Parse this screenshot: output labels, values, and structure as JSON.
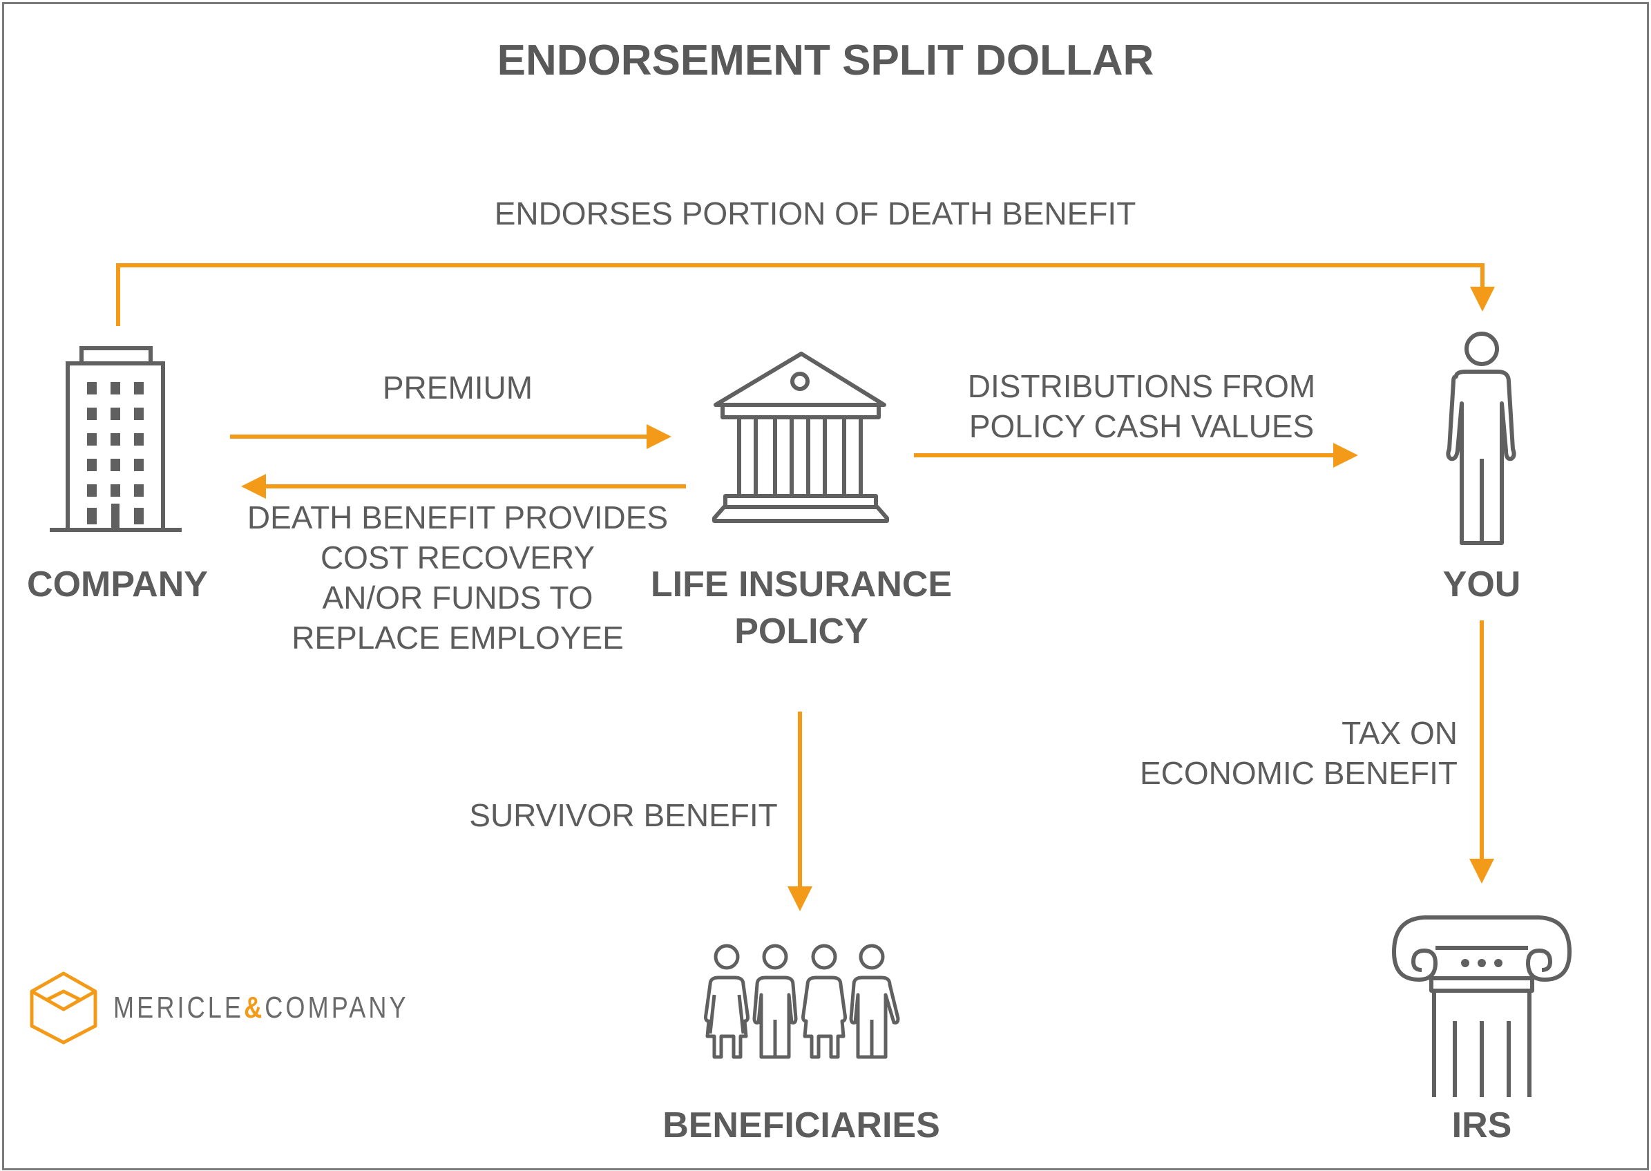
{
  "title": "ENDORSEMENT SPLIT DOLLAR",
  "colors": {
    "accent": "#F39B19",
    "icon": "#606060",
    "text": "#5C5C5C",
    "border": "#7A7A7A"
  },
  "nodes": {
    "company": {
      "label": "COMPANY",
      "icon": "office-building-icon"
    },
    "policy": {
      "label_lines": [
        "LIFE INSURANCE",
        "POLICY"
      ],
      "icon": "bank-building-icon"
    },
    "you": {
      "label": "YOU",
      "icon": "person-icon"
    },
    "beneficiaries": {
      "label": "BENEFICIARIES",
      "icon": "family-group-icon"
    },
    "irs": {
      "label": "IRS",
      "icon": "ionic-column-icon"
    }
  },
  "edges": {
    "endorses": {
      "label": "ENDORSES PORTION OF DEATH BENEFIT",
      "from": "company",
      "to": "you"
    },
    "premium": {
      "label": "PREMIUM",
      "from": "company",
      "to": "policy"
    },
    "death_benefit": {
      "label_lines": [
        "DEATH BENEFIT PROVIDES",
        "COST RECOVERY",
        "AN/OR FUNDS TO",
        "REPLACE EMPLOYEE"
      ],
      "from": "policy",
      "to": "company"
    },
    "distributions": {
      "label_lines": [
        "DISTRIBUTIONS FROM",
        "POLICY CASH VALUES"
      ],
      "from": "policy",
      "to": "you"
    },
    "survivor": {
      "label": "SURVIVOR BENEFIT",
      "from": "policy",
      "to": "beneficiaries"
    },
    "tax": {
      "label_lines": [
        "TAX ON",
        "ECONOMIC BENEFIT"
      ],
      "from": "you",
      "to": "irs"
    }
  },
  "brand": {
    "name_left": "MERICLE",
    "ampersand": "&",
    "name_right": "COMPANY",
    "icon": "hexagon-box-logo-icon"
  }
}
